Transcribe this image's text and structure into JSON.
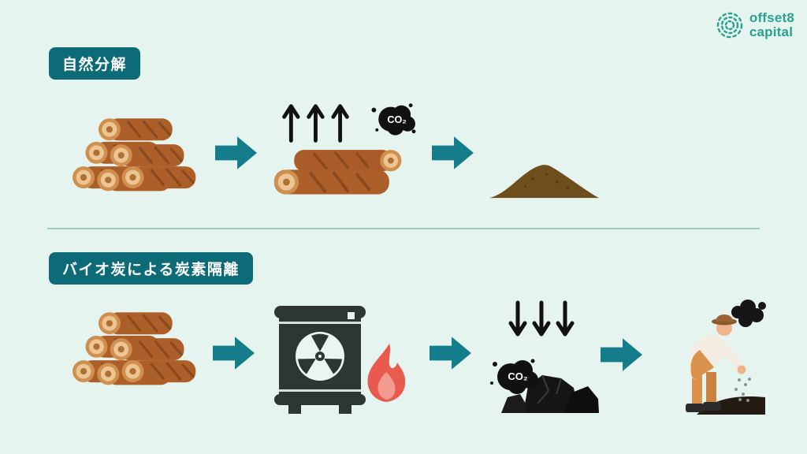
{
  "brand": {
    "name_line1": "offset8",
    "name_line2": "capital"
  },
  "sections": [
    {
      "title": "自然分解",
      "steps": [
        "log-pile",
        "decomposing-logs-releasing-co2",
        "soil-mound"
      ]
    },
    {
      "title": "バイオ炭による炭素隔離",
      "steps": [
        "log-pile",
        "pyrolysis-kiln-with-flame",
        "biochar-absorbing-co2",
        "farmer-applying-biochar"
      ]
    }
  ],
  "labels": {
    "co2": "CO₂"
  },
  "colors": {
    "background": "#e5f4ef",
    "badge": "#0c6b76",
    "arrow": "#157c8c",
    "brand": "#2aa18f",
    "divider": "#9fcac1",
    "wood_body": "#ad5f2a",
    "wood_end": "#cf8f4e",
    "soil": "#6d4e1c",
    "kiln": "#2e3535",
    "flame": "#e85a4e",
    "charcoal": "#141414"
  }
}
